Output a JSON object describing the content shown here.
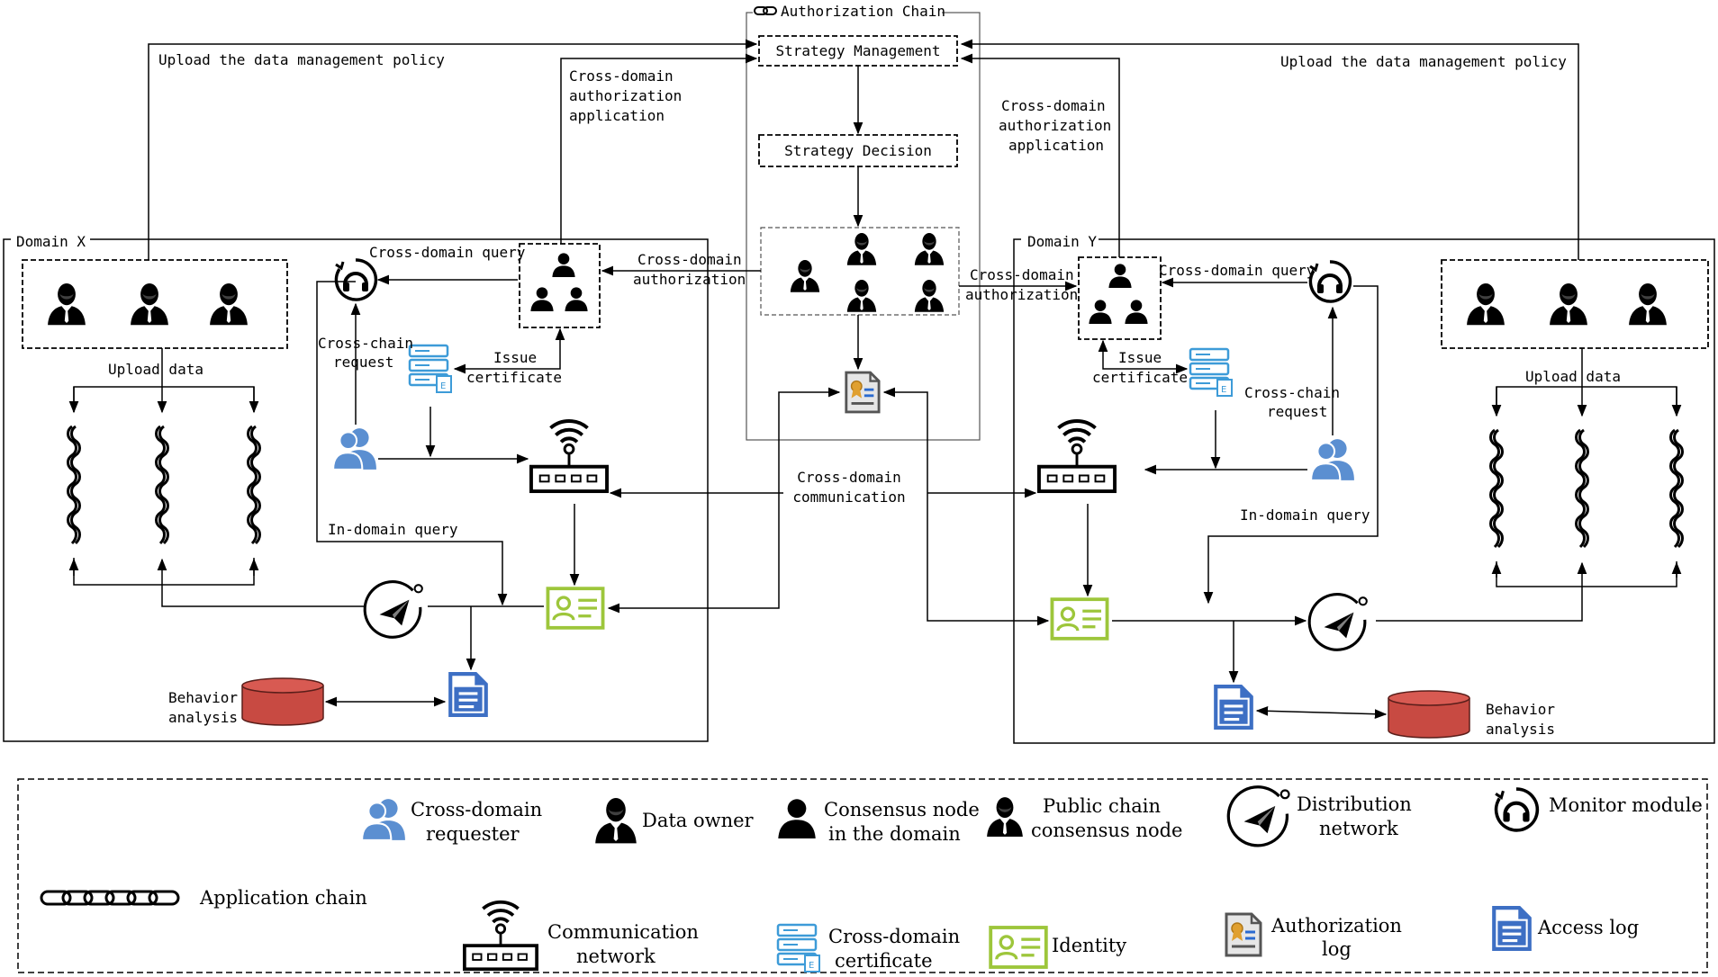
{
  "auth_chain": {
    "title": "Authorization Chain",
    "strategy_management": "Strategy Management",
    "strategy_decision": "Strategy Decision"
  },
  "domain_x": {
    "title": "Domain X",
    "upload_policy": "Upload the data management policy",
    "upload_data": "Upload data",
    "cross_domain_query": "Cross-domain query",
    "cross_chain_request": [
      "Cross-chain",
      "request"
    ],
    "issue_certificate": [
      "Issue",
      "certificate"
    ],
    "in_domain_query": "In-domain query",
    "behavior_analysis": [
      "Behavior",
      "analysis"
    ],
    "cross_domain_application": [
      "Cross-domain",
      "authorization",
      "application"
    ],
    "cross_domain_authorization": [
      "Cross-domain",
      "authorization"
    ]
  },
  "domain_y": {
    "title": "Domain Y",
    "upload_policy": "Upload the data management policy",
    "upload_data": "Upload data",
    "cross_domain_query": "Cross-domain query",
    "cross_chain_request": [
      "Cross-chain",
      "request"
    ],
    "issue_certificate": [
      "Issue",
      "certificate"
    ],
    "in_domain_query": "In-domain query",
    "behavior_analysis": [
      "Behavior",
      "analysis"
    ],
    "cross_domain_application": [
      "Cross-domain",
      "authorization",
      "application"
    ],
    "cross_domain_authorization": [
      "Cross-domain",
      "authorization"
    ]
  },
  "middle": {
    "cross_domain_communication": [
      "Cross-domain",
      "communication"
    ]
  },
  "legend": {
    "cross_domain_requester": [
      "Cross-domain",
      "requester"
    ],
    "data_owner": "Data owner",
    "consensus_node": [
      "Consensus node",
      "in the domain"
    ],
    "public_chain_node": [
      "Public chain",
      "consensus node"
    ],
    "distribution_network": [
      "Distribution",
      "network"
    ],
    "monitor_module": "Monitor module",
    "application_chain": "Application chain",
    "communication_network": [
      "Communication",
      "network"
    ],
    "cross_domain_certificate": [
      "Cross-domain",
      "certificate"
    ],
    "identity": "Identity",
    "authorization_log": [
      "Authorization",
      "log"
    ],
    "access_log": "Access log"
  },
  "colors": {
    "requester_blue": "#5b8fd1",
    "certificate_blue": "#3d9bd8",
    "identity_green": "#9dc63b",
    "database_red": "#c84a42",
    "access_log_blue": "#3d6fc4"
  }
}
